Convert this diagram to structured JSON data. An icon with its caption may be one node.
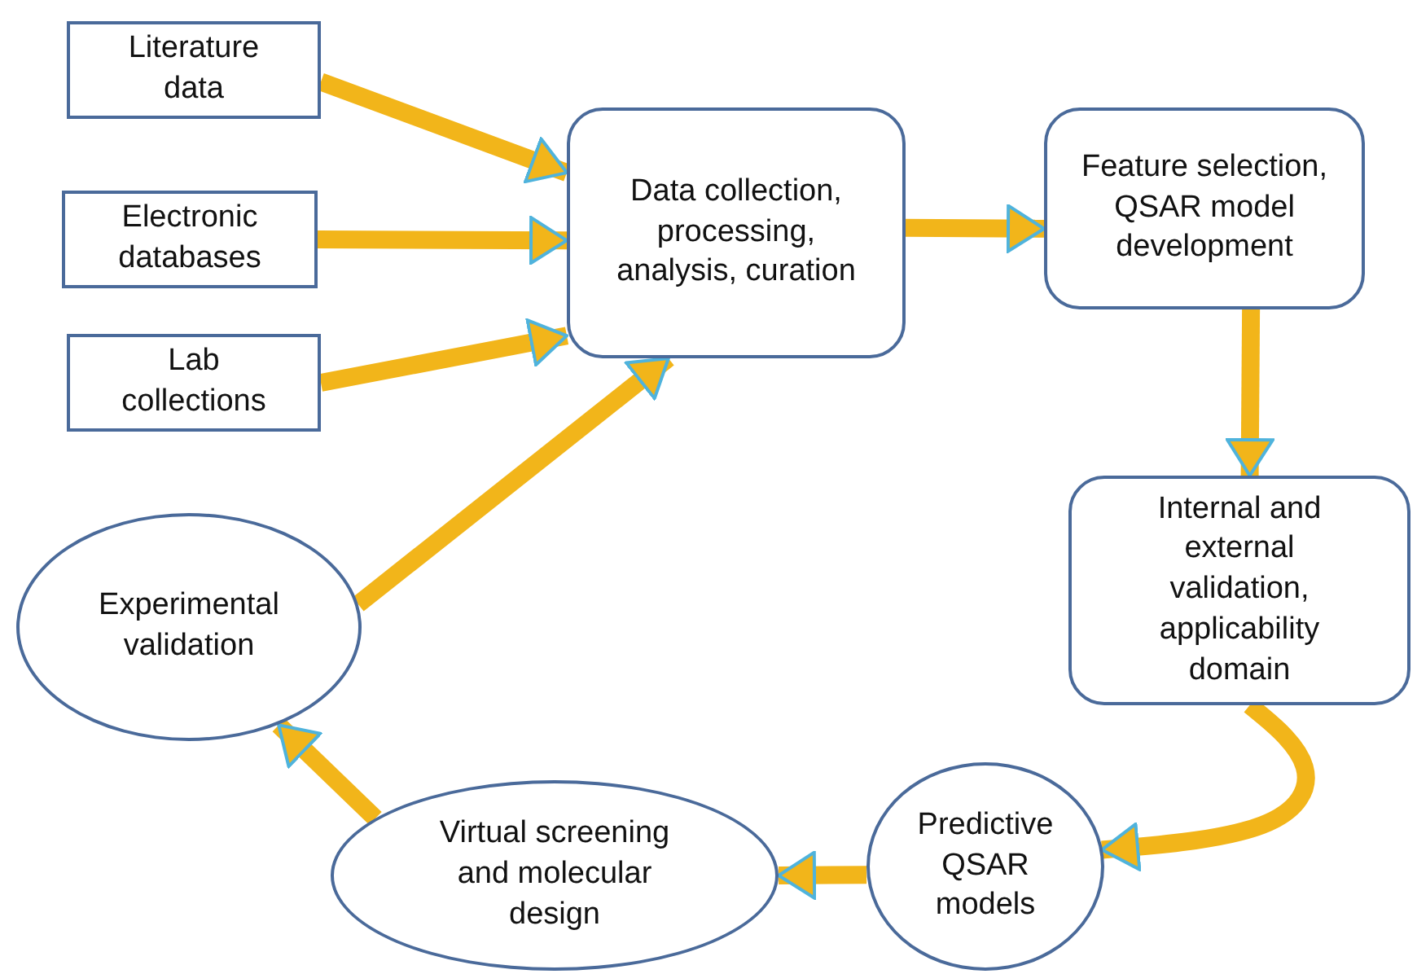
{
  "diagram": {
    "nodes": [
      {
        "text": [
          "Literature data"
        ]
      },
      {
        "text": [
          "Electronic databases"
        ]
      },
      {
        "text": [
          "Lab collections"
        ]
      },
      {
        "text": [
          "Data collection, processing, analysis, curation"
        ]
      },
      {
        "text": [
          "Feature selection, QSAR model development"
        ]
      },
      {
        "text": [
          "Internal and external validation, applicability domain"
        ]
      },
      {
        "text": [
          "Predictive QSAR models"
        ]
      },
      {
        "text": [
          "Virtual screening  and molecular design"
        ]
      },
      {
        "text": [
          "Experimental validation"
        ]
      }
    ],
    "edges": [
      {
        "from": 0,
        "to": 3,
        "arrow": "to"
      },
      {
        "from": 1,
        "to": 3,
        "arrow": "to"
      },
      {
        "from": 2,
        "to": 3,
        "arrow": "to"
      },
      {
        "from": 8,
        "to": 3,
        "arrow": "to"
      },
      {
        "from": 3,
        "to": 4,
        "arrow": "to"
      },
      {
        "from": 4,
        "to": 5,
        "arrow": "to"
      },
      {
        "from": 5,
        "to": 6,
        "arrow": "to"
      },
      {
        "from": 6,
        "to": 7,
        "arrow": "to"
      },
      {
        "from": 7,
        "to": 8,
        "arrow": "to"
      }
    ]
  }
}
